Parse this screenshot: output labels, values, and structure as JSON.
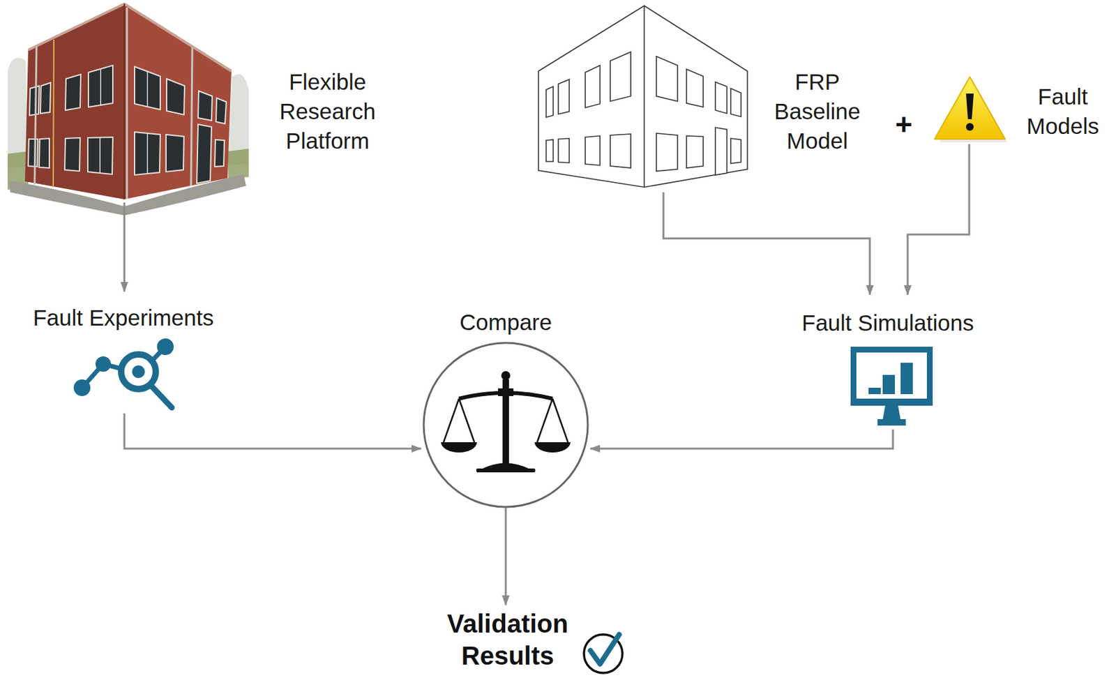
{
  "diagram": {
    "nodes": [
      {
        "text": [
          "Flexible Research Platform"
        ]
      },
      {
        "text": [
          "FRP Baseline Model"
        ]
      },
      {
        "text": [
          "Fault Models"
        ]
      },
      {
        "text": [
          "Fault Experiments"
        ]
      },
      {
        "text": [
          "Compare"
        ]
      },
      {
        "text": [
          "Fault Simulations"
        ]
      },
      {
        "text": [
          "Validation Results"
        ]
      }
    ],
    "edges": [
      {
        "from": 0,
        "to": 3,
        "arrow": "to"
      },
      {
        "from": 1,
        "to": 5,
        "arrow": "to"
      },
      {
        "from": 2,
        "to": 5,
        "arrow": "to"
      },
      {
        "from": 3,
        "to": 4,
        "arrow": "to"
      },
      {
        "from": 5,
        "to": 4,
        "arrow": "to"
      },
      {
        "from": 4,
        "to": 6,
        "arrow": "to"
      }
    ],
    "labels": [
      "+"
    ]
  }
}
